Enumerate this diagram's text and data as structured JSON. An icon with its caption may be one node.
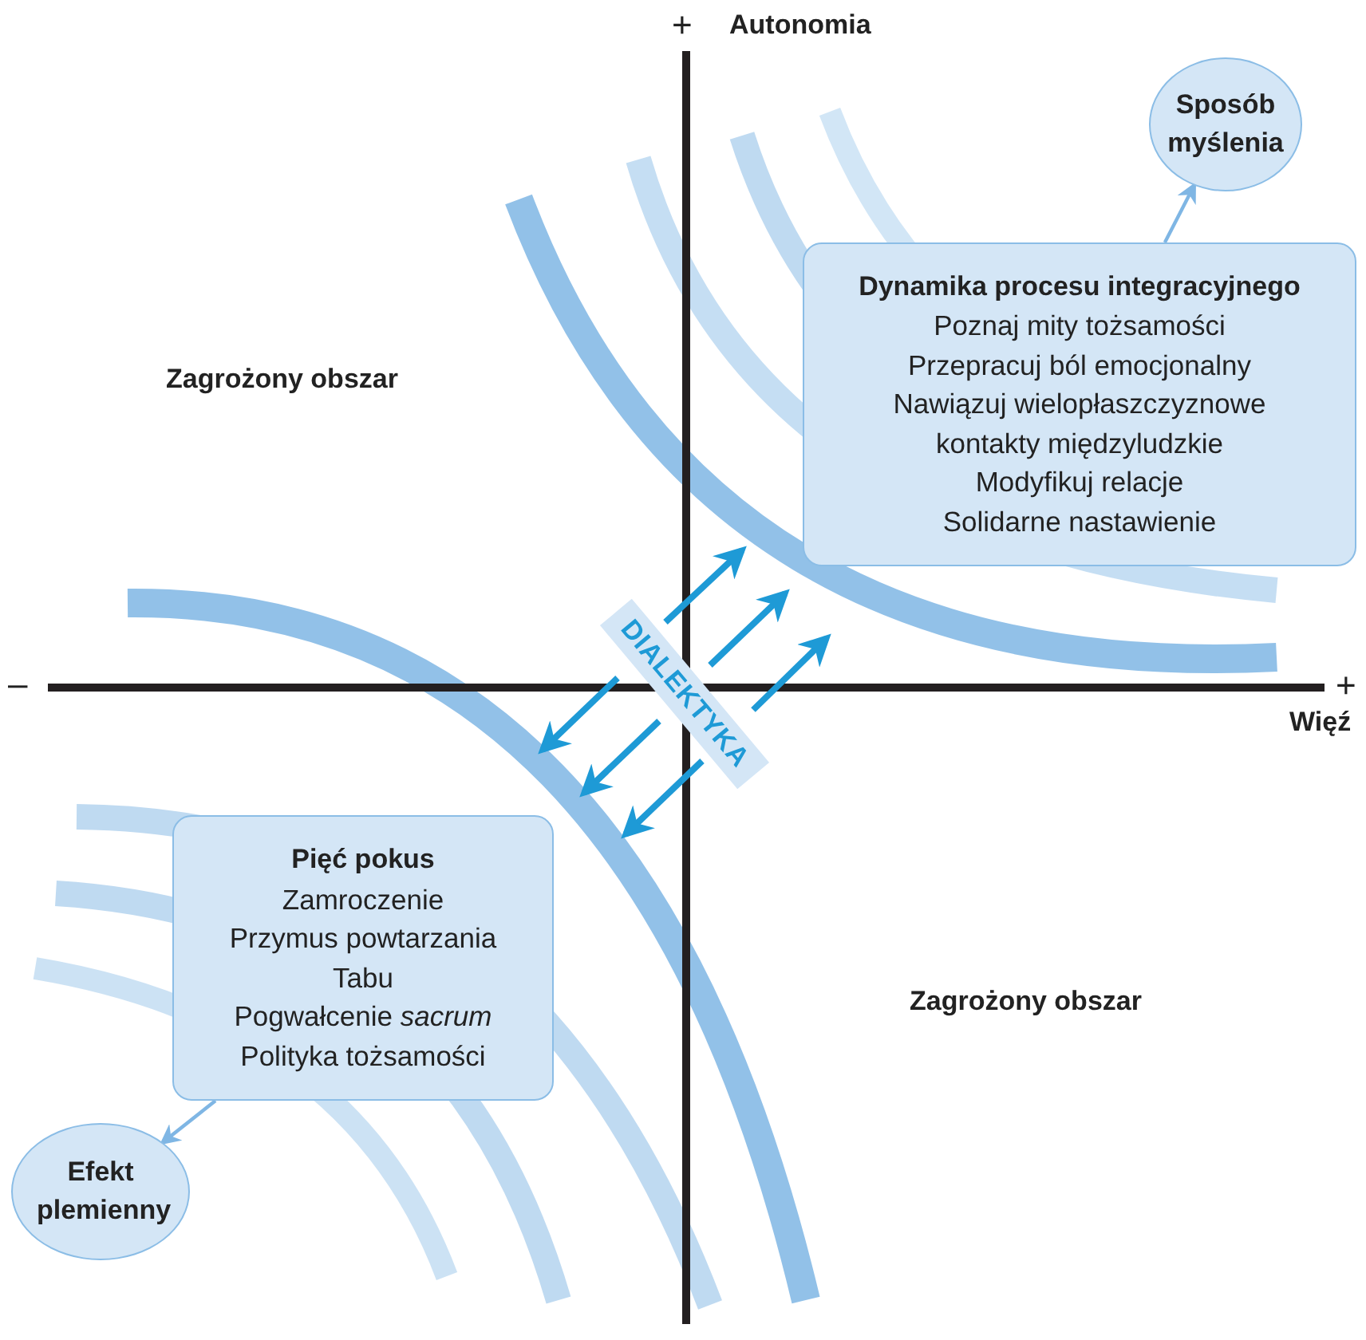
{
  "diagram": {
    "nodes": [
      {
        "text": [
          "Sposób myślenia"
        ]
      },
      {
        "text": [
          "Dynamika procesu integracyjnego",
          "Poznaj mity tożsamości",
          "Przepracuj ból emocjonalny",
          "Nawiązuj wielopłaszczyznowe kontakty międzyludzkie",
          "Modyfikuj relacje",
          "Solidarne nastawienie"
        ]
      },
      {
        "text": [
          "DIALEKTYKA"
        ]
      },
      {
        "text": [
          "Pięć pokus",
          "Zamroczenie",
          "Przymus powtarzania",
          "Tabu",
          "Pogwałcenie *sacrum*",
          "Polityka tożsamości"
        ]
      },
      {
        "text": [
          "Efekt plemienny"
        ]
      }
    ],
    "edges": [
      {
        "from": 1,
        "to": 0,
        "arrow": "to"
      },
      {
        "from": 3,
        "to": 4,
        "arrow": "to"
      }
    ],
    "labels": [
      "+",
      "Autonomia",
      "Zagrożony obszar",
      "–",
      "+",
      "Więź",
      "Zagrożony obszar"
    ]
  }
}
